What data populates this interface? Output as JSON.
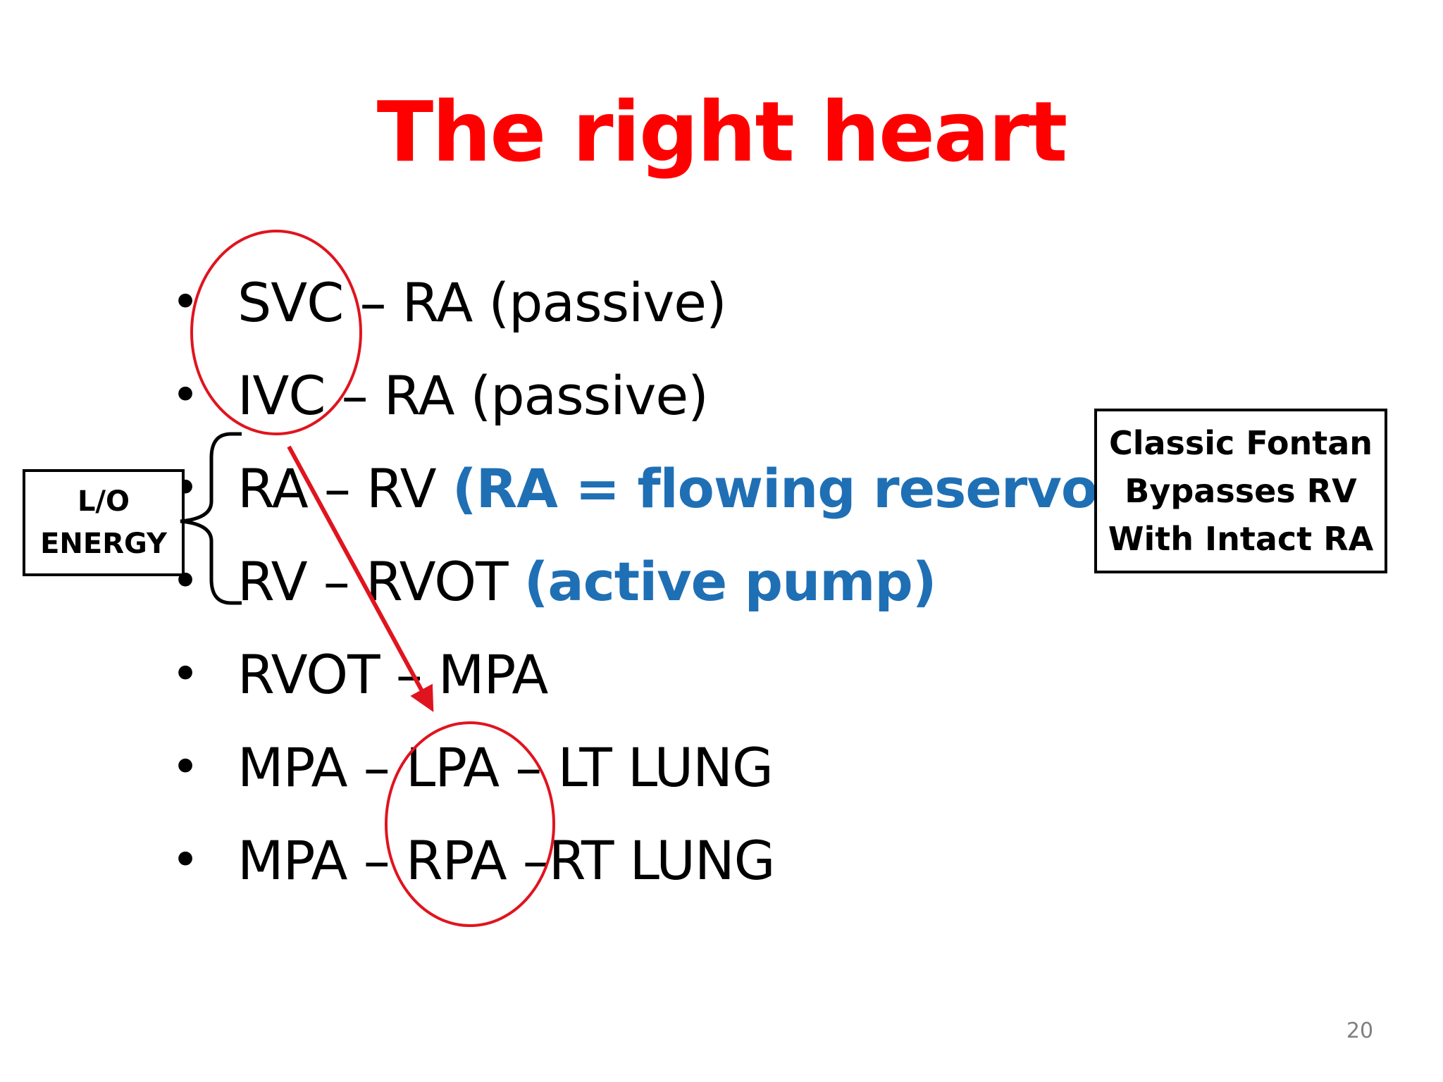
{
  "slide": {
    "title": "The right heart",
    "page_number": "20",
    "bullet_symbol": "•",
    "bullets": [
      {
        "text": "SVC – RA (passive)",
        "highlight": ""
      },
      {
        "text": "IVC – RA (passive)",
        "highlight": ""
      },
      {
        "text": "RA – RV",
        "highlight": "(RA = flowing reservoir)"
      },
      {
        "text": "RV – RVOT",
        "highlight": "(active pump)"
      },
      {
        "text": "RVOT – MPA",
        "highlight": ""
      },
      {
        "text": "MPA – LPA – LT LUNG",
        "highlight": ""
      },
      {
        "text": "MPA – RPA –RT LUNG",
        "highlight": ""
      }
    ],
    "left_box": {
      "lines": [
        "L/O",
        "ENERGY"
      ]
    },
    "right_box": {
      "lines": [
        "Classic Fontan",
        "Bypasses RV",
        "With Intact RA"
      ]
    }
  },
  "colors": {
    "title": "#ff0000",
    "highlight": "#1f6fb5",
    "annotation": "#e0141e",
    "text": "#000000"
  }
}
